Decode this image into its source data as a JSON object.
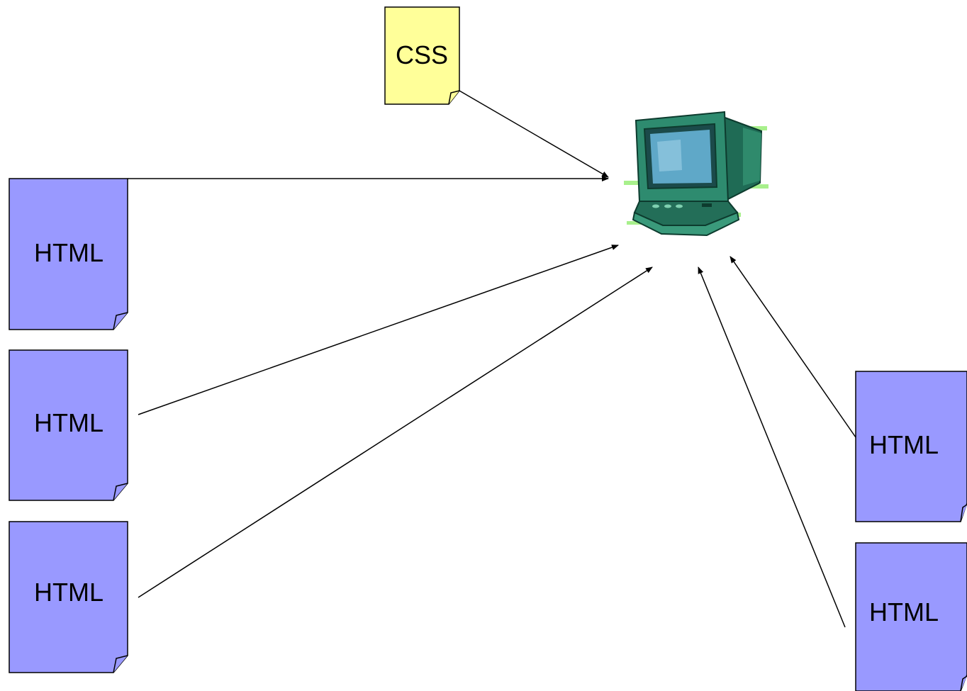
{
  "colors": {
    "css_doc_fill": "#ffff99",
    "html_doc_fill": "#9999ff",
    "stroke": "#000000",
    "monitor_body": "#2e8b6f",
    "monitor_screen": "#5fa8c8",
    "monitor_highlight": "#a8f08c"
  },
  "css_doc": {
    "label": "CSS"
  },
  "html_docs": [
    {
      "label": "HTML"
    },
    {
      "label": "HTML"
    },
    {
      "label": "HTML"
    },
    {
      "label": "HTML"
    },
    {
      "label": "HTML"
    }
  ],
  "computer": {
    "icon": "computer-monitor-icon"
  }
}
